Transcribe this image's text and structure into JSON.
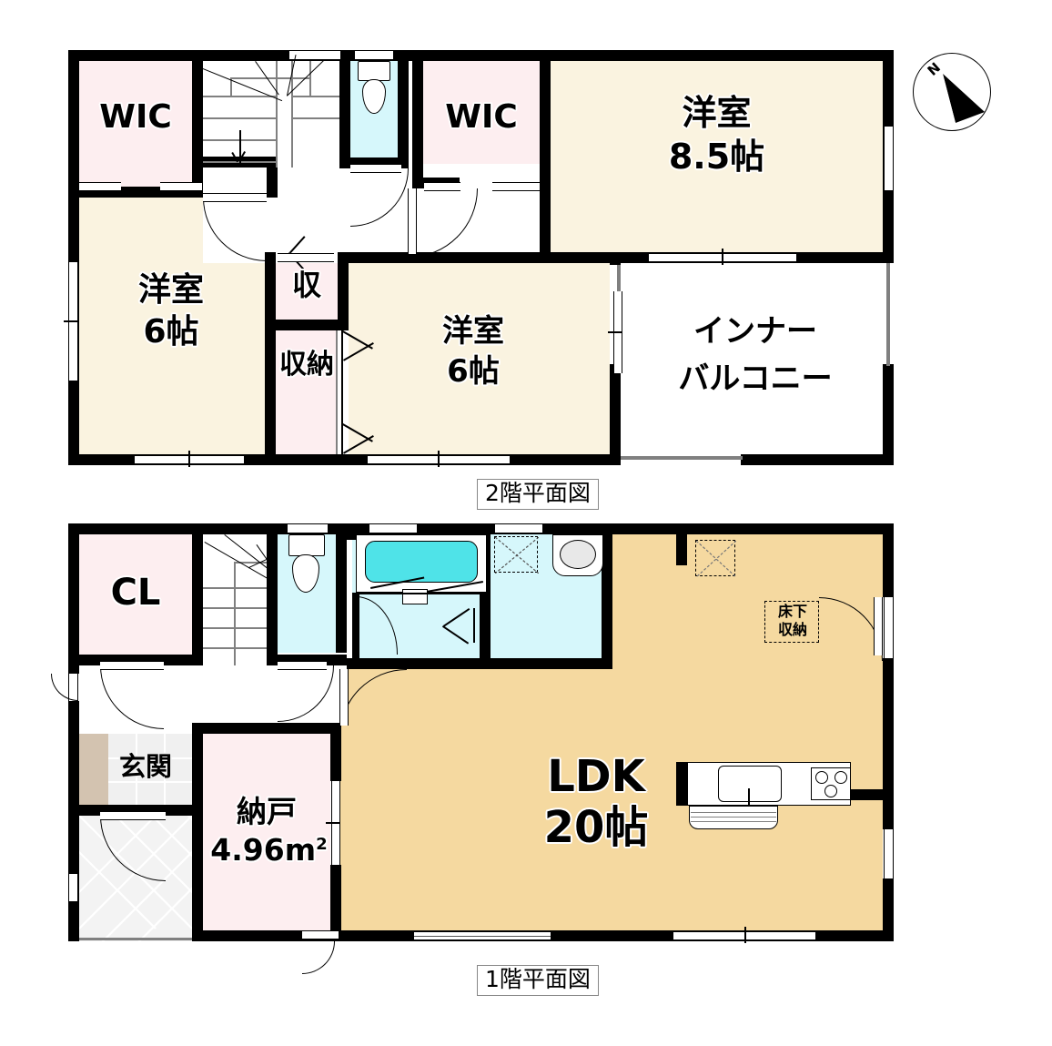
{
  "meta": {
    "title": "間取り図 2階建て 4LDK",
    "compass_label": "N"
  },
  "colors": {
    "wall": "#000000",
    "room_tatami": "#faf3e0",
    "room_storage": "#fdeef0",
    "room_water": "#d6f7fb",
    "room_ldk": "#f5d9a0",
    "bathtub": "#4fe3e8",
    "entrance_step": "#d3c3b0",
    "tile": "#f0f0f0",
    "white": "#ffffff"
  },
  "floor2": {
    "caption": "2階平面図",
    "rooms": [
      {
        "key": "wic_left",
        "label": "WIC",
        "sub": "",
        "type": "storage"
      },
      {
        "key": "wic_right",
        "label": "WIC",
        "sub": "",
        "type": "storage"
      },
      {
        "key": "yoshitsu_85",
        "label": "洋室",
        "sub": "8.5帖",
        "type": "tatami"
      },
      {
        "key": "yoshitsu_6a",
        "label": "洋室",
        "sub": "6帖",
        "type": "tatami"
      },
      {
        "key": "yoshitsu_6b",
        "label": "洋室",
        "sub": "6帖",
        "type": "tatami"
      },
      {
        "key": "shuno_small",
        "label": "収",
        "sub": "",
        "type": "storage"
      },
      {
        "key": "shuno_big",
        "label": "収納",
        "sub": "",
        "type": "storage"
      },
      {
        "key": "inner_balcony",
        "label": "インナー",
        "sub": "バルコニー",
        "type": "balcony"
      }
    ],
    "stairs": {
      "name": "stairs-down",
      "direction": "down"
    },
    "toilet": {
      "name": "toilet-2f"
    }
  },
  "floor1": {
    "caption": "1階平面図",
    "rooms": [
      {
        "key": "cl",
        "label": "CL",
        "sub": "",
        "type": "storage"
      },
      {
        "key": "genkan",
        "label": "玄関",
        "sub": "",
        "type": "entrance"
      },
      {
        "key": "nando",
        "label": "納戸",
        "sub_num": "4.96",
        "sub_unit": "m",
        "sub_sup": "2",
        "type": "storage"
      },
      {
        "key": "ldk",
        "label": "LDK",
        "sub": "20帖",
        "type": "ldk"
      },
      {
        "key": "bath",
        "label": "",
        "sub": "",
        "type": "water"
      },
      {
        "key": "washroom",
        "label": "",
        "sub": "",
        "type": "water"
      },
      {
        "key": "toilet",
        "label": "",
        "sub": "",
        "type": "water"
      }
    ],
    "annotations": [
      {
        "key": "yukashita",
        "line1": "床下",
        "line2": "収納"
      }
    ],
    "fixtures": [
      {
        "key": "bathtub",
        "name": "bathtub"
      },
      {
        "key": "sink",
        "name": "kitchen-sink"
      },
      {
        "key": "stove",
        "name": "stove-burners"
      },
      {
        "key": "washbasin",
        "name": "washbasin"
      },
      {
        "key": "toilet-bowl",
        "name": "toilet-bowl"
      }
    ]
  }
}
